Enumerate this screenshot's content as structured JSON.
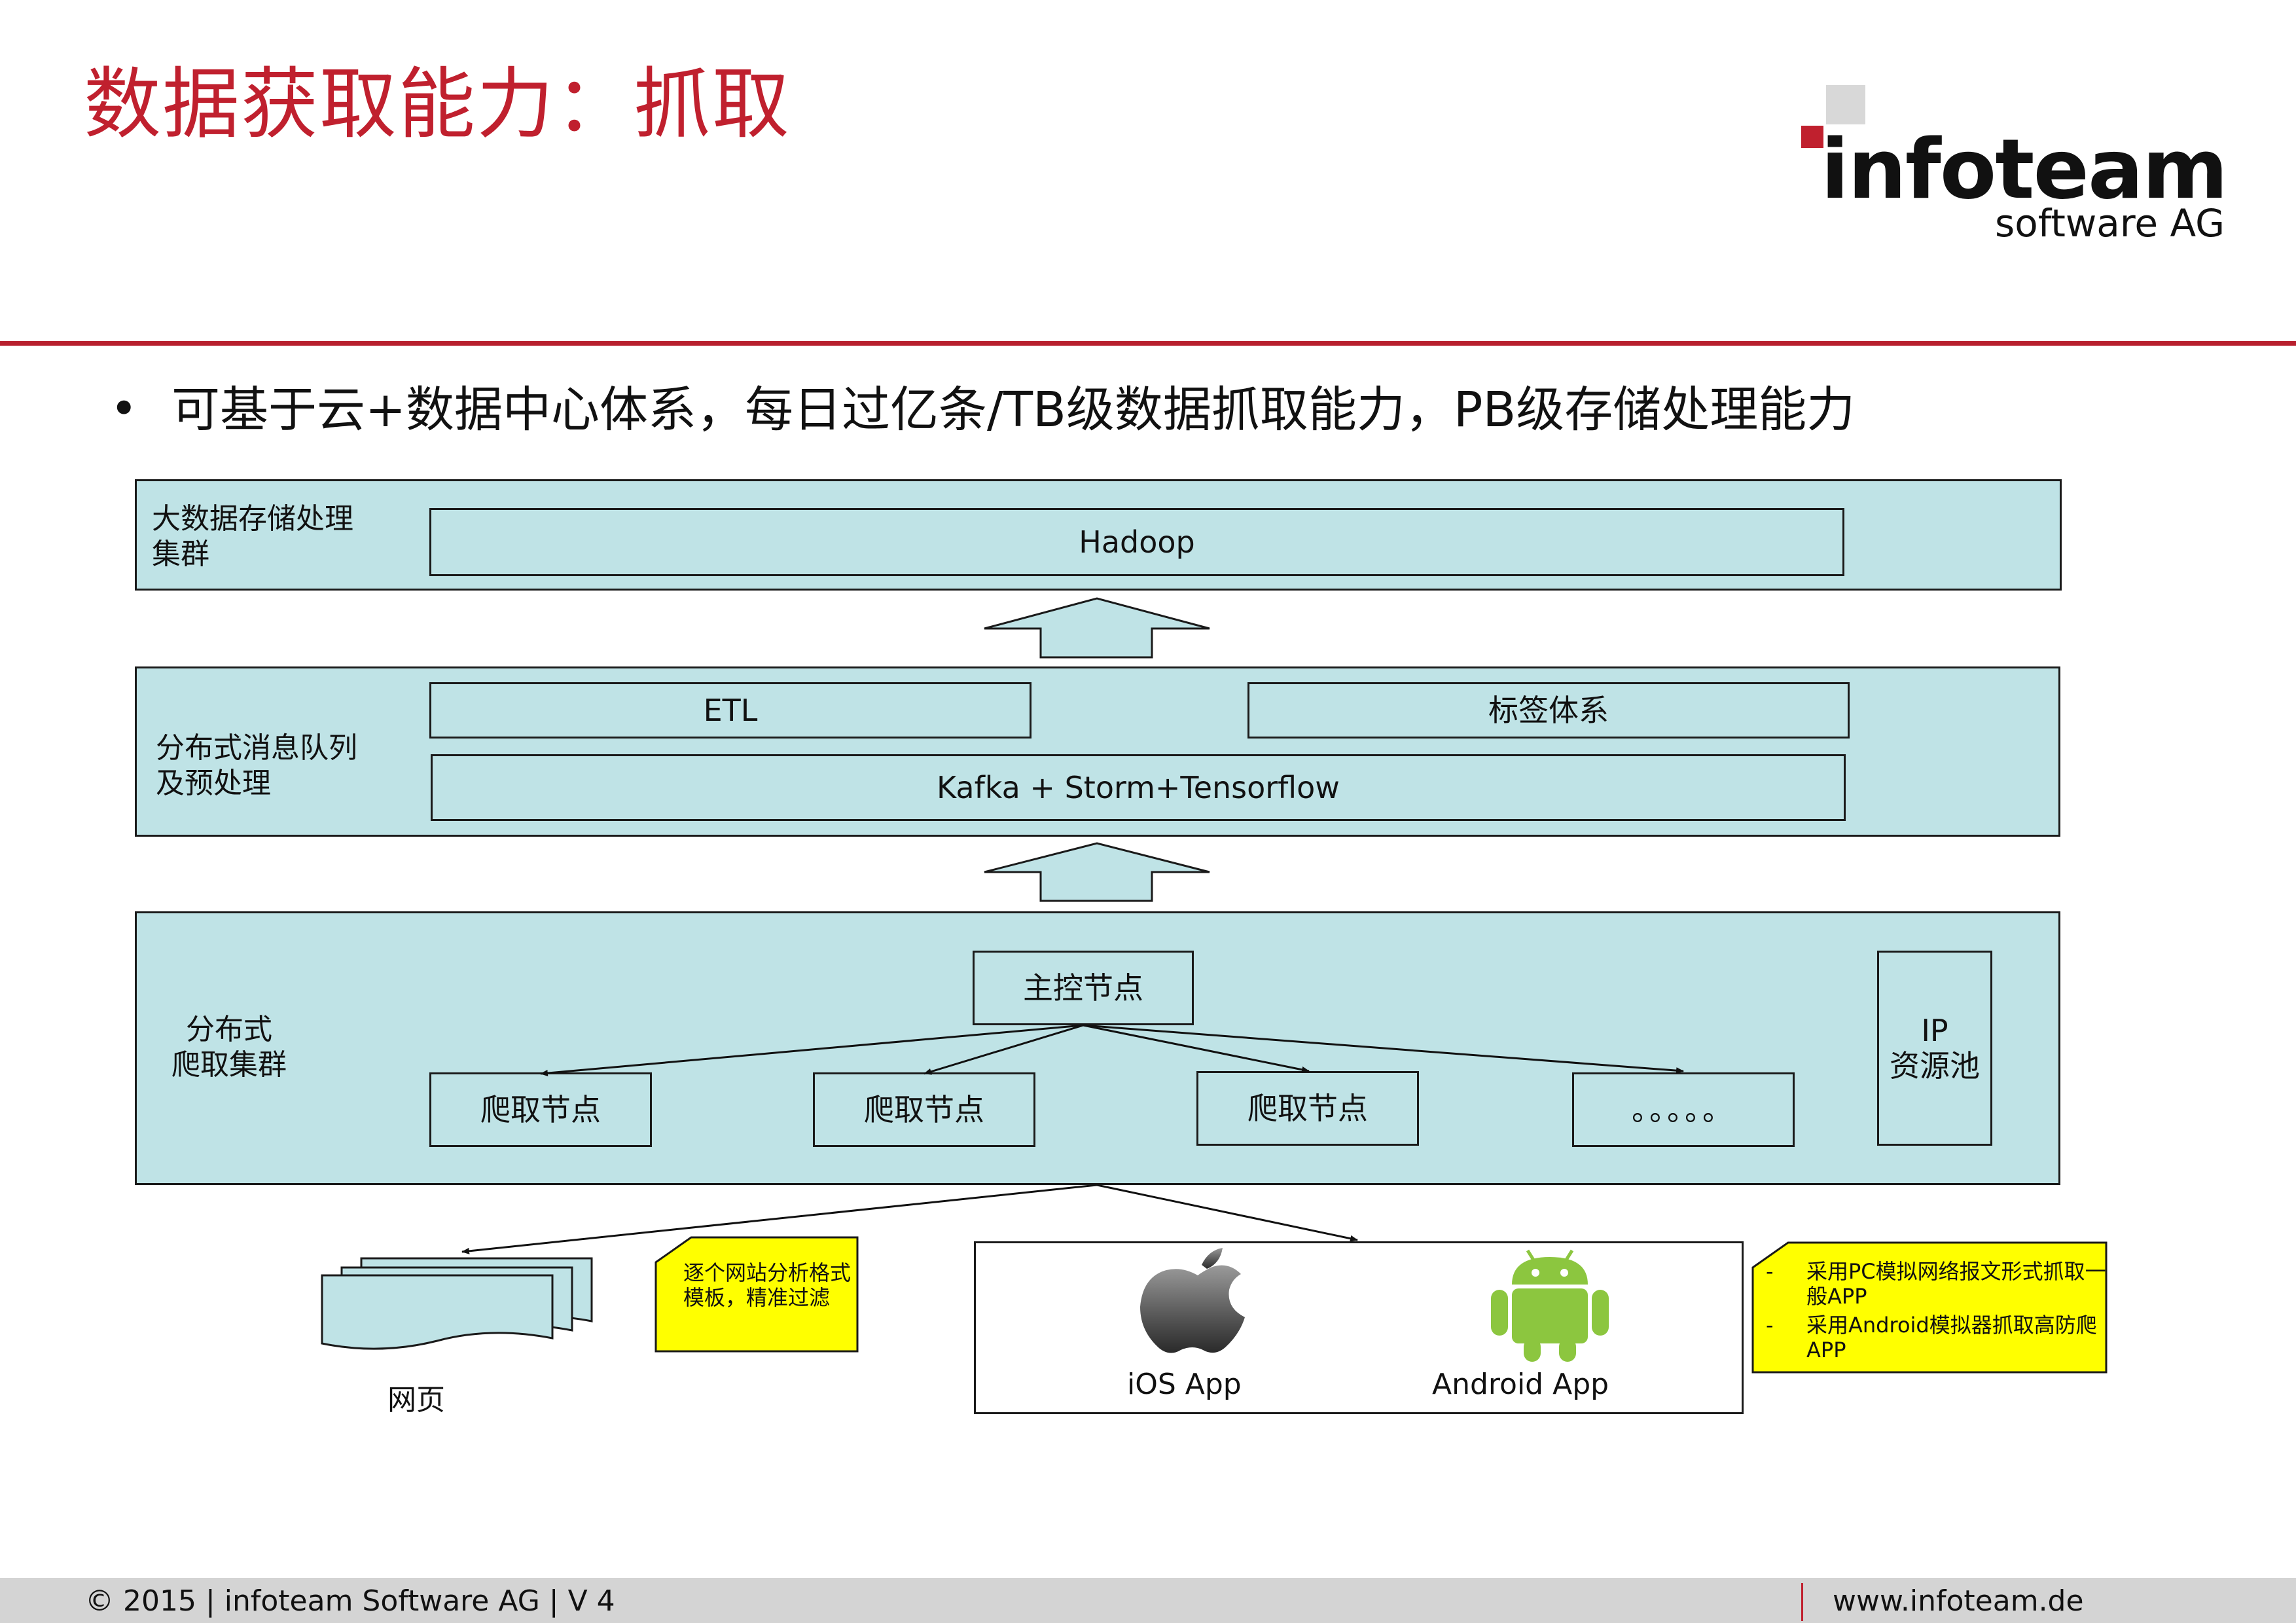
{
  "slide": {
    "title": "数据获取能力：抓取",
    "bullet_marker": "•",
    "bullet": "可基于云+数据中心体系，每日过亿条/TB级数据抓取能力，PB级存储处理能力"
  },
  "logo": {
    "name": "infoteam",
    "subtitle": "software AG",
    "brand_color": "#c0202e"
  },
  "layer_storage": {
    "label_line1": "大数据存储处理",
    "label_line2": "集群",
    "hadoop": "Hadoop"
  },
  "layer_queue": {
    "label_line1": "分布式消息队列",
    "label_line2": "及预处理",
    "etl": "ETL",
    "tags": "标签体系",
    "stream": "Kafka + Storm+Tensorflow"
  },
  "layer_crawl": {
    "label_line1": "分布式",
    "label_line2": "爬取集群",
    "master": "主控节点",
    "nodes": [
      "爬取节点",
      "爬取节点",
      "爬取节点",
      "。。。。。"
    ],
    "ip_line1": "IP",
    "ip_line2": "资源池"
  },
  "sources": {
    "web_label": "网页",
    "web_note_line1": "逐个网站分析格式",
    "web_note_line2": "模板，精准过滤",
    "ios_label": "iOS App",
    "android_label": "Android App",
    "app_note_1_marker": "-",
    "app_note_1_line1": "采用PC模拟网络报文形式抓取一",
    "app_note_1_line2": "般APP",
    "app_note_2_marker": "-",
    "app_note_2_line1": "采用Android模拟器抓取高防爬",
    "app_note_2_line2": "APP"
  },
  "footer": {
    "left": "© 2015 | infoteam Software AG | V 4",
    "right": "www.infoteam.de"
  },
  "colors": {
    "panel_fill": "#bfe3e6",
    "note_fill": "#ffff00",
    "accent": "#c0202e",
    "android_green": "#8cc63f"
  }
}
